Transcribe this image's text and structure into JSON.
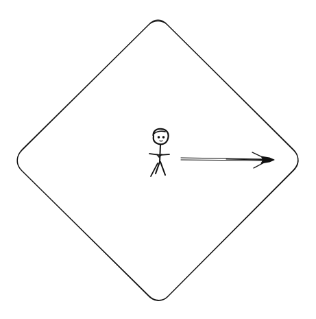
{
  "diagram": {
    "elements": [
      {
        "kind": "diamond",
        "name": "boundary"
      },
      {
        "kind": "actor",
        "name": "stick-figure"
      },
      {
        "kind": "arrow",
        "name": "arrow",
        "direction": "right"
      }
    ],
    "colors": {
      "background": "#ffffff",
      "ink": "#111111"
    }
  }
}
